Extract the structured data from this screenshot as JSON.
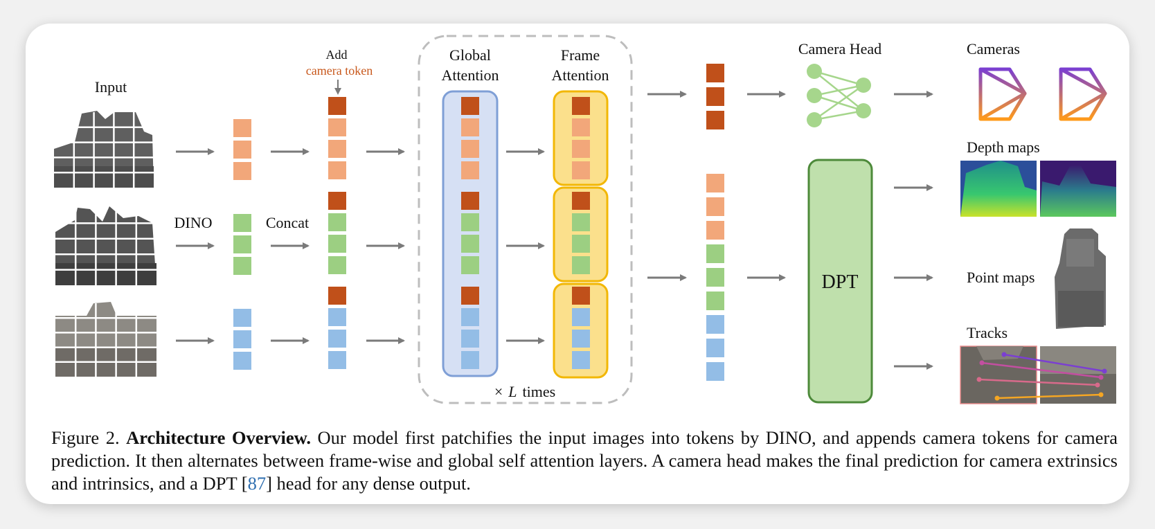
{
  "labels": {
    "input": "Input",
    "dino": "DINO",
    "concat": "Concat",
    "add": "Add",
    "camera_token": "camera token",
    "global_1": "Global",
    "global_2": "Attention",
    "frame_1": "Frame",
    "frame_2": "Attention",
    "times_prefix": "×",
    "times_var": "L",
    "times_suffix": "times",
    "camera_head": "Camera Head",
    "dpt": "DPT",
    "cameras": "Cameras",
    "depth_maps": "Depth maps",
    "point_maps": "Point maps",
    "tracks": "Tracks"
  },
  "caption": {
    "figure": "Figure 2.",
    "title": "Architecture Overview.",
    "text_1": "Our model first patchifies the input images into tokens by DINO, and appends camera tokens for camera prediction. It then alternates between frame-wise and global self attention layers. A camera head makes the final prediction for camera extrinsics and intrinsics, and a DPT [",
    "cite": "87",
    "text_2": "] head for any dense output."
  },
  "colors": {
    "camera_token": "#c0501a",
    "frame1_token": "#f2a77a",
    "frame2_token": "#9ccf82",
    "frame3_token": "#93bde6",
    "global_box_fill": "#d6e0f4",
    "global_box_stroke": "#7f9fd6",
    "frame_box_fill": "#fbe08c",
    "frame_box_stroke": "#f2b705",
    "dpt_fill": "#bfe0ac",
    "dpt_stroke": "#4d8a3a",
    "arrow": "#7a7a7a",
    "camera_token_label": "#c8581c",
    "cite": "#2f6fb0"
  }
}
